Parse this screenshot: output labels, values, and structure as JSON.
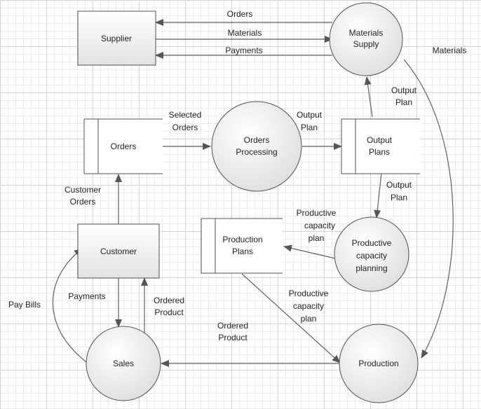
{
  "diagram": {
    "entities": {
      "supplier": "Supplier",
      "customer": "Customer"
    },
    "processes": {
      "materials_supply": [
        "Materials",
        "Supply"
      ],
      "orders_processing": [
        "Orders",
        "Processing"
      ],
      "productive_capacity_planning": [
        "Productive",
        "capacity",
        "planning"
      ],
      "sales": [
        "Sales"
      ],
      "production": [
        "Production"
      ]
    },
    "stores": {
      "orders": [
        "Orders"
      ],
      "output_plans": [
        "Output",
        "Plans"
      ],
      "production_plans": [
        "Production",
        "Plans"
      ]
    },
    "flows": {
      "orders": [
        "Orders"
      ],
      "materials_top": [
        "Materials"
      ],
      "payments_top": [
        "Payments"
      ],
      "materials_right": [
        "Materials"
      ],
      "output_plan_up": [
        "Output",
        "Plan"
      ],
      "selected_orders": [
        "Selected",
        "Orders"
      ],
      "output_plan_mid": [
        "Output",
        "Plan"
      ],
      "output_plan_down": [
        "Output",
        "Plan"
      ],
      "customer_orders": [
        "Customer",
        "Orders"
      ],
      "capacity_plan_left": [
        "Productive",
        "capacity",
        "plan"
      ],
      "pay_bills": [
        "Pay Bills"
      ],
      "payments_bottom": [
        "Payments"
      ],
      "ordered_product_up": [
        "Ordered",
        "Product"
      ],
      "capacity_plan_down": [
        "Productive",
        "capacity",
        "plan"
      ],
      "ordered_product_left": [
        "Ordered",
        "Product"
      ]
    }
  }
}
